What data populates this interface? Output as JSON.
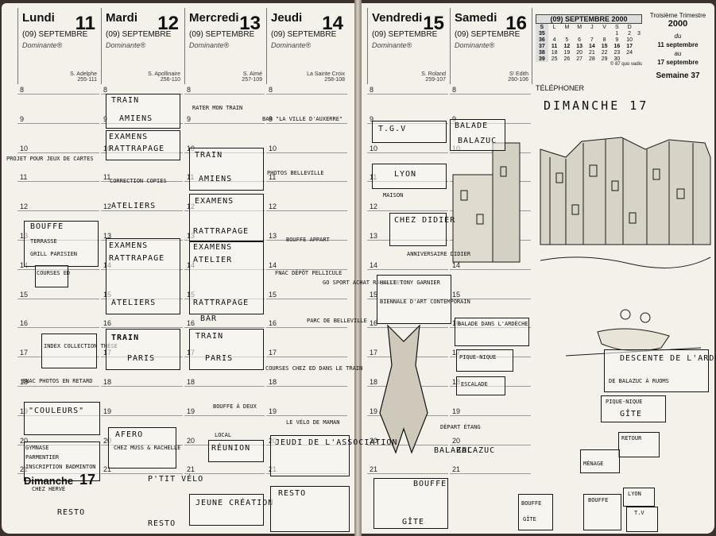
{
  "planner": {
    "left_page": {
      "days": [
        {
          "name": "Lundi",
          "number": "11",
          "month": "(09) SEPTEMBRE",
          "dominante": "Dominante®",
          "saint": "S. Adelphe",
          "code": "255-111"
        },
        {
          "name": "Mardi",
          "number": "12",
          "month": "(09) SEPTEMBRE",
          "dominante": "Dominante®",
          "saint": "S. Apollinaire",
          "code": "256-110"
        },
        {
          "name": "Mercredi",
          "number": "13",
          "month": "(09) SEPTEMBRE",
          "dominante": "Dominante®",
          "saint": "S. Aimé",
          "code": "257-109"
        },
        {
          "name": "Jeudi",
          "number": "14",
          "month": "(09) SEPTEMBRE",
          "dominante": "Dominante®",
          "saint": "La Sainte Croix",
          "code": "258-108"
        }
      ]
    },
    "right_page": {
      "days": [
        {
          "name": "Vendredi",
          "number": "15",
          "month": "(09) SEPTEMBRE",
          "dominante": "Dominante®",
          "saint": "S. Roland",
          "code": "259-107"
        },
        {
          "name": "Samedi",
          "number": "16",
          "month": "(09) SEPTEMBRE",
          "dominante": "Dominante®",
          "saint": "Sᵗ Edith",
          "code": "260-106"
        }
      ],
      "telephoner": "TÉLÉPHONER"
    },
    "hours": [
      "8",
      "9",
      "10",
      "11",
      "12",
      "13",
      "14",
      "15",
      "16",
      "17",
      "18",
      "19",
      "20",
      "21"
    ],
    "mini_calendar": {
      "title": "(09) SEPTEMBRE 2000",
      "header": [
        "S",
        "L",
        "M",
        "M",
        "J",
        "V",
        "S",
        "D"
      ],
      "rows": [
        [
          "35",
          "",
          "",
          "",
          "",
          "",
          "1",
          "2",
          "3"
        ],
        [
          "36",
          "4",
          "5",
          "6",
          "7",
          "8",
          "9",
          "10"
        ],
        [
          "37",
          "11",
          "12",
          "13",
          "14",
          "15",
          "16",
          "17"
        ],
        [
          "38",
          "18",
          "19",
          "20",
          "21",
          "22",
          "23",
          "24"
        ],
        [
          "39",
          "25",
          "26",
          "27",
          "28",
          "29",
          "30",
          ""
        ]
      ],
      "footer": "© 87 quo vadis"
    },
    "trimester": {
      "label": "Troisième Trimestre",
      "year": "2000",
      "du": "du",
      "from": "11 septembre",
      "au": "au",
      "to": "17 septembre",
      "week": "Semaine 37"
    },
    "sunday_footer": {
      "name": "Dimanche",
      "number": "17"
    }
  },
  "handwritten": {
    "lundi": [
      "PROJET POUR JEUX DE CARTES",
      "BOUFFE",
      "TERRASSE",
      "GRILL PARISIEN",
      "COURSES ED",
      "INDEX COLLECTION THÈSE",
      "ENAC PHOTOS EN RETARD",
      "\"COULEURS\"",
      "GYMNASE",
      "PARMENTIER",
      "INSCRIPTION BADMINTON",
      "CHEZ HERVÉ",
      "RESTO"
    ],
    "mardi": [
      "TRAIN",
      "AMIENS",
      "EXAMENS",
      "RATTRAPAGE",
      "CORRECTION COPIES",
      "ATELIERS",
      "EXAMENS",
      "RATTRAPAGE",
      "ATELIERS",
      "TRAIN",
      "PARIS",
      "AFERO",
      "CHEZ MUSS & RACHELLE",
      "P'TIT VÉLO",
      "RESTO"
    ],
    "mercredi": [
      "RATER MON TRAIN",
      "TRAIN",
      "AMIENS",
      "EXAMENS",
      "RATTRAPAGE",
      "EXAMENS",
      "ATELIER",
      "RATTRAPAGE",
      "BAR",
      "TRAIN",
      "PARIS",
      "BOUFFE À DEUX",
      "LOCAL",
      "RÉUNION",
      "JEUNE CRÉATION"
    ],
    "jeudi": [
      "BAR \"LA VILLE D'AUXERRE\"",
      "PHOTOS BELLEVILLE",
      "BOUFFE APPART",
      "FNAC DÉPÔT PELLICULE",
      "GO SPORT ACHAT RAQUETTES",
      "PARC DE BELLEVILLE",
      "COURSES CHEZ ED DANS LE TRAIN",
      "LE VÉLO DE MAMAN",
      "JEUDI DE L'ASSOCIATION",
      "RESTO"
    ],
    "vendredi": [
      "T.G.V",
      "LYON",
      "MAISON",
      "CHEZ DIDIER",
      "ANNIVERSAIRE DIDIER",
      "HALLE TONY GARNIER",
      "BIENNALE D'ART CONTEMPORAIN",
      "DÉPART ÉTANG",
      "BALAZUC",
      "BOUFFE",
      "GÎTE"
    ],
    "samedi": [
      "BALADE",
      "BALAZUC",
      "BALADE DANS L'ARDÈCHE",
      "PIQUE-NIQUE",
      "ESCALADE",
      "BALAZUC",
      "BOUFFE",
      "GÎTE"
    ],
    "dimanche": [
      "DIMANCHE 17",
      "DESCENTE DE L'ARDÈCHE",
      "DE BALAZUC À RUOMS",
      "PIQUE-NIQUE",
      "GÎTE",
      "RETOUR",
      "MÉNAGE",
      "BOUFFE",
      "LYON",
      "T.V"
    ]
  }
}
